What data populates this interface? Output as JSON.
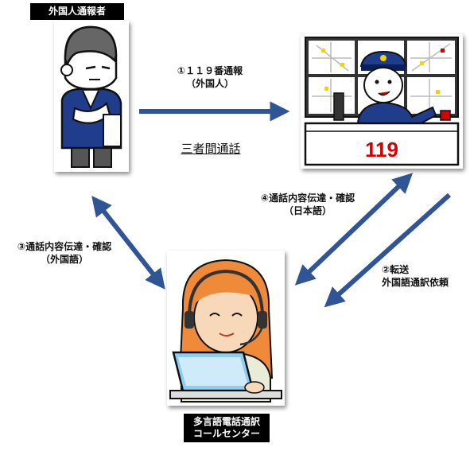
{
  "labels": {
    "caller": "外国人通報者",
    "center_line1": "多言語電話通訳",
    "center_line2": "コールセンター"
  },
  "center_title": "三者間通話",
  "arrows": {
    "call": {
      "line1": "①１１９番通報",
      "line2": "（外国人）"
    },
    "transfer": {
      "line1": "②転送",
      "line2": "外国語通訳依頼"
    },
    "foreign": {
      "line1": "③通話内容伝達・確認",
      "line2": "（外国語）"
    },
    "japanese": {
      "line1": "④通話内容伝達・確認",
      "line2": "（日本語）"
    }
  },
  "dispatch_sign": "119",
  "colors": {
    "arrow": "#2f5597",
    "uniform": "#1f3d8a",
    "skin": "#f7d8b8",
    "hair_orange": "#ef8a3a",
    "sign_red": "#d40000"
  }
}
